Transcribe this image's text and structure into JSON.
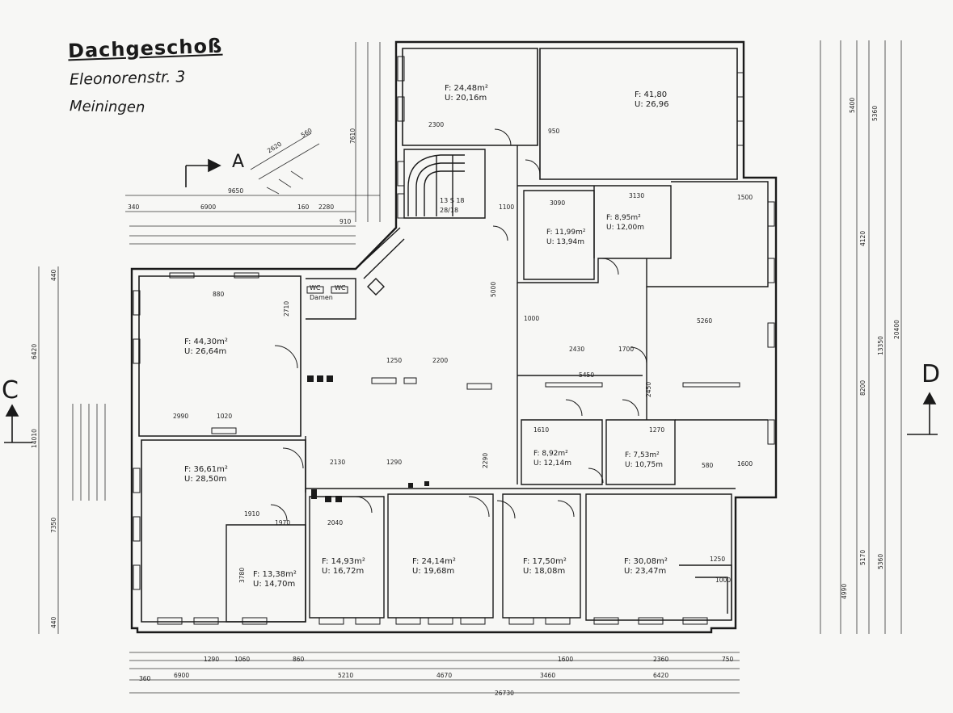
{
  "header": {
    "title": "Dachgeschoß",
    "street": "Eleonorenstr. 3",
    "city": "Meiningen"
  },
  "sections": {
    "a": "A",
    "c": "C",
    "d": "D"
  },
  "labels": {
    "wc1": "WC",
    "wc2": "WC",
    "damen": "Damen"
  },
  "rooms": [
    {
      "area": "F: 24,48m²",
      "perimeter": "U: 20,16m"
    },
    {
      "area": "F: 41,80",
      "perimeter": "U: 26,96"
    },
    {
      "area": "F: 11,99m²",
      "perimeter": "U: 13,94m"
    },
    {
      "area": "F: 8,95m²",
      "perimeter": "U: 12,00m"
    },
    {
      "area": "F: 44,30m²",
      "perimeter": "U: 26,64m"
    },
    {
      "area": "F: 36,61m²",
      "perimeter": "U: 28,50m"
    },
    {
      "area": "F: 13,38m²",
      "perimeter": "U: 14,70m"
    },
    {
      "area": "F: 14,93m²",
      "perimeter": "U: 16,72m"
    },
    {
      "area": "F: 24,14m²",
      "perimeter": "U: 19,68m"
    },
    {
      "area": "F: 8,92m²",
      "perimeter": "U: 12,14m"
    },
    {
      "area": "F: 7,53m²",
      "perimeter": "U: 10,75m"
    },
    {
      "area": "F: 17,50m²",
      "perimeter": "U: 18,08m"
    },
    {
      "area": "F: 30,08m²",
      "perimeter": "U: 23,47m"
    }
  ],
  "stairs": "13 S 18\n28/18",
  "dimensions": {
    "top_9650": "9650",
    "top_6900": "6900",
    "top_160": "160",
    "top_2280": "2280",
    "top_340": "340",
    "d_2300": "2300",
    "d_950": "950",
    "d_3090": "3090",
    "d_3130": "3130",
    "d_1500": "1500",
    "d_1100": "1100",
    "d_5000": "5000",
    "d_2710": "2710",
    "d_880": "880",
    "d_1250": "1250",
    "d_2200": "2200",
    "d_1000": "1000",
    "d_2430": "2430",
    "d_1700": "1700",
    "d_5450": "5450",
    "d_5260": "5260",
    "d_2990": "2990",
    "d_1020": "1020",
    "d_2130": "2130",
    "d_1290": "1290",
    "d_1610": "1610",
    "d_1270": "1270",
    "d_1910": "1910",
    "d_1970": "1970",
    "d_2040": "2040",
    "d_1600": "1600",
    "d_1250b": "1250",
    "d_1000b": "1000",
    "d_2450": "2450",
    "d_2290": "2290",
    "d_3780": "3780",
    "left_6420": "6420",
    "left_14010": "14010",
    "left_7350": "7350",
    "left_440a": "440",
    "left_440b": "440",
    "right_5400": "5400",
    "right_5360": "5360",
    "right_4120": "4120",
    "right_8200": "8200",
    "right_13350": "13350",
    "right_20400": "20400",
    "right_5170": "5170",
    "right_5360b": "5360",
    "right_4990": "4990",
    "right_7610": "7610",
    "bot_6900": "6900",
    "bot_5210": "5210",
    "bot_4670": "4670",
    "bot_3460": "3460",
    "bot_6420": "6420",
    "bot_26730": "26730",
    "bot_1290": "1290",
    "bot_1060": "1060",
    "bot_2360": "2360",
    "bot_1600": "1600",
    "bot_860": "860",
    "bot_750": "750",
    "bot_360": "360",
    "bot_580": "580",
    "bot_910": "910",
    "diag_2620": "2620",
    "diag_560": "560"
  },
  "colors": {
    "ink": "#1a1a1a",
    "paper": "#f7f7f5"
  }
}
